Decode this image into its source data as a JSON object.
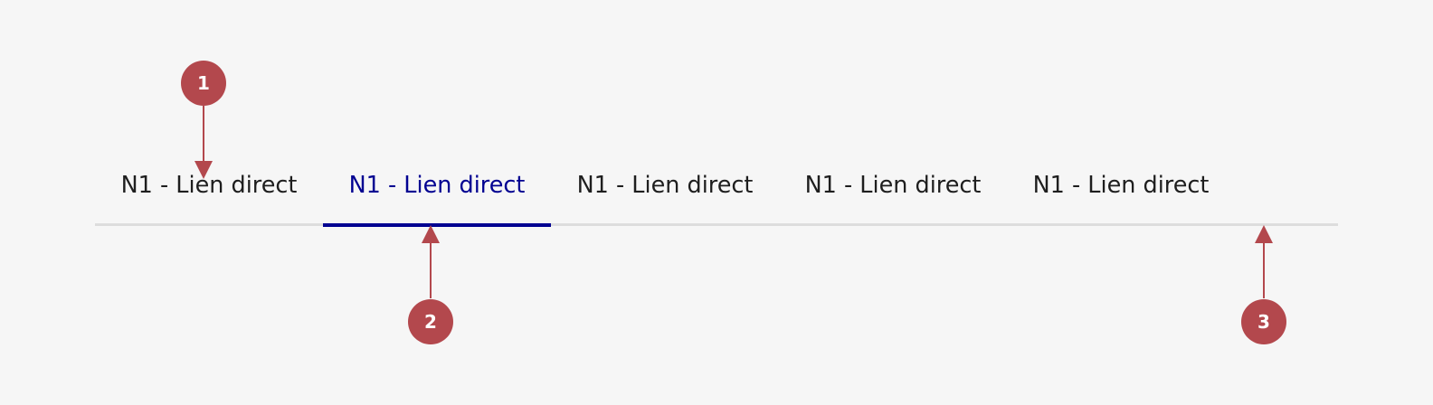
{
  "nav": {
    "items": [
      {
        "label": "N1 - Lien direct",
        "active": false
      },
      {
        "label": "N1 - Lien direct",
        "active": true
      },
      {
        "label": "N1 - Lien direct",
        "active": false
      },
      {
        "label": "N1 - Lien direct",
        "active": false
      },
      {
        "label": "N1 - Lien direct",
        "active": false
      }
    ]
  },
  "annotations": [
    {
      "number": "1"
    },
    {
      "number": "2"
    },
    {
      "number": "3"
    }
  ],
  "colors": {
    "background": "#f6f6f6",
    "active": "#000091",
    "text": "#1e1e1e",
    "baseline": "#dddddd",
    "annotation": "#b3484d"
  }
}
